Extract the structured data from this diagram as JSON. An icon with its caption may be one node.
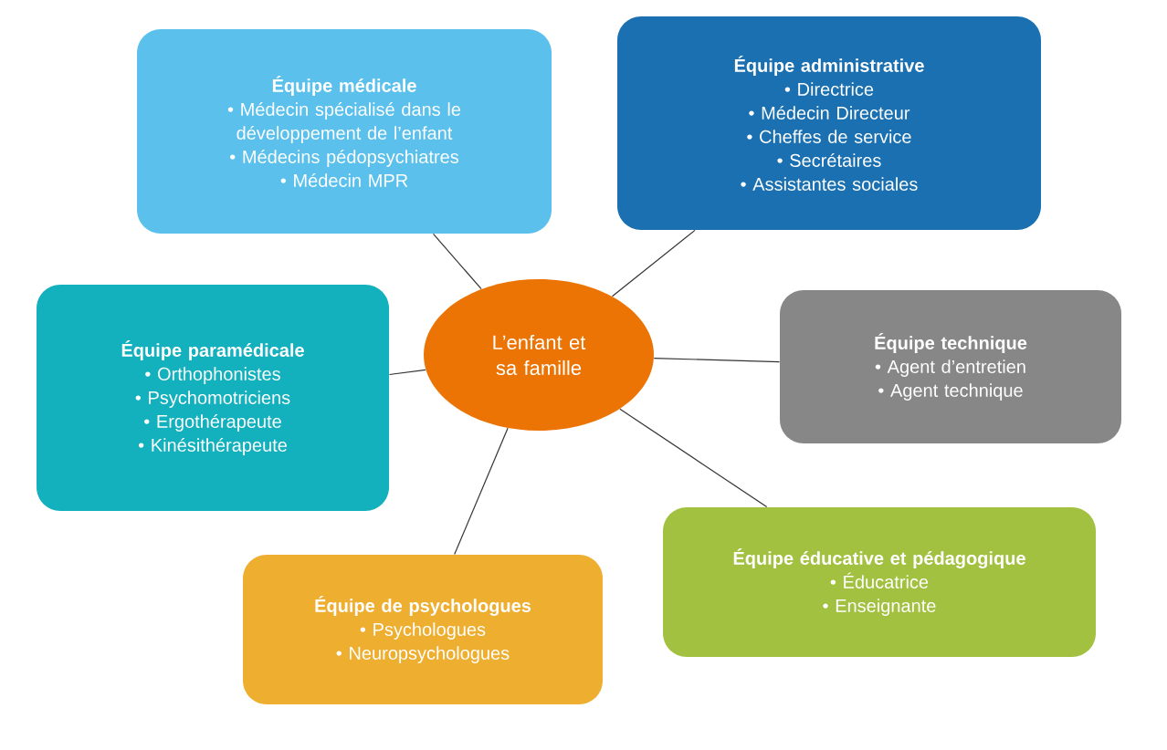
{
  "diagram": {
    "nodes": [
      {
        "text": [
          "L’enfant et sa famille"
        ]
      },
      {
        "text": [
          "Équipe médicale",
          "• Médecin spécialisé dans le développement de l’enfant",
          "• Médecins pédopsychiatres",
          "• Médecin MPR"
        ]
      },
      {
        "text": [
          "Équipe administrative",
          "• Directrice",
          "• Médecin Directeur",
          "• Cheffes de service",
          "• Secrétaires",
          "• Assistantes sociales"
        ]
      },
      {
        "text": [
          "Équipe paramédicale",
          "• Orthophonistes",
          "• Psychomotriciens",
          "• Ergothérapeute",
          "• Kinésithérapeute"
        ]
      },
      {
        "text": [
          "Équipe technique",
          "• Agent d’entretien",
          "• Agent technique"
        ]
      },
      {
        "text": [
          "Équipe de psychologues",
          "• Psychologues",
          "• Neuropsychologues"
        ]
      },
      {
        "text": [
          "Équipe éducative et pédagogique",
          "• Éducatrice",
          "• Enseignante"
        ]
      }
    ],
    "edges": [
      {
        "from": 0,
        "to": 1,
        "arrow": "none"
      },
      {
        "from": 0,
        "to": 2,
        "arrow": "none"
      },
      {
        "from": 0,
        "to": 3,
        "arrow": "none"
      },
      {
        "from": 0,
        "to": 4,
        "arrow": "none"
      },
      {
        "from": 0,
        "to": 5,
        "arrow": "none"
      },
      {
        "from": 0,
        "to": 6,
        "arrow": "none"
      }
    ]
  }
}
